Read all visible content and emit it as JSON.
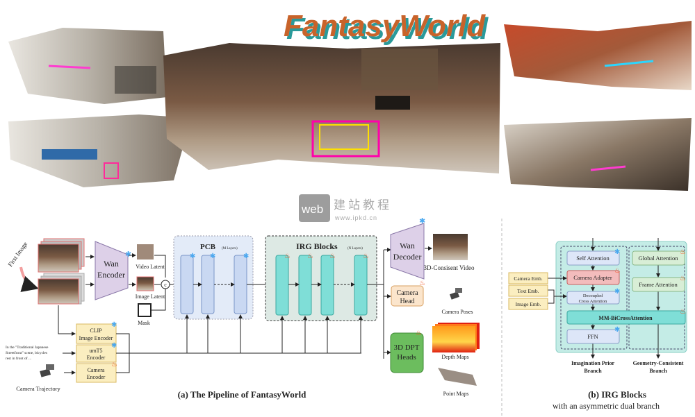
{
  "title": "FantasyWorld",
  "watermark": {
    "brand": "web",
    "cn": "建站教程",
    "url": "www.ipkd.cn"
  },
  "colors": {
    "title_fill": "#c8632a",
    "title_shadow": "#2a9a9a",
    "pcb_bg": "#e3ebf8",
    "irg_bg": "#dde9e4",
    "irg_block": "#7fded7",
    "encoder_box": "#fbeec0",
    "dpt_heads": "#6cbd5e",
    "camera_adapter": "#f3bcbc"
  },
  "pipeline": {
    "first_image": "First Image",
    "wan_encoder": [
      "Wan",
      "Encoder"
    ],
    "video_latent": "Video Latent",
    "image_latent": "Image Latent",
    "mask": "Mask",
    "concat_symbol": "c",
    "pcb_title": "PCB",
    "pcb_layers": "(M Layers)",
    "irg_title": "IRG Blocks",
    "irg_layers": "(N Layers)",
    "wan_decoder": [
      "Wan",
      "Decoder"
    ],
    "video_output": "3D-Consisent Video",
    "camera_head": [
      "Camera",
      "Head"
    ],
    "camera_poses": "Camera Poses",
    "dpt_heads": [
      "3D DPT",
      "Heads"
    ],
    "depth_maps": "Depth Maps",
    "point_maps": "Point Maps",
    "clip_encoder": [
      "CLIP",
      "Image Encoder"
    ],
    "umt5_encoder": [
      "umT5",
      "Encoder"
    ],
    "camera_encoder": [
      "Camera",
      "Encoder"
    ],
    "prompt": [
      "In the \"Traditional Japanese",
      "Streetfront\" scene, bicycles",
      "rest in front of ..."
    ],
    "camera_trajectory": "Camera Trajectory",
    "caption": "(a) The Pipeline of FantasyWorld"
  },
  "irg_detail": {
    "self_attention": "Self Attention",
    "camera_adapter": "Camera Adapter",
    "decoupled": [
      "Decoupled",
      "Cross Attention"
    ],
    "mm_bicross": "MM-BiCrossAttention",
    "ffn": "FFN",
    "global_attention": "Global Attention",
    "frame_attention": "Frame Attention",
    "camera_emb": "Camera Emb.",
    "text_emb": "Text Emb.",
    "image_emb": "Image Emb.",
    "left_branch": [
      "Imagination Prior",
      "Branch"
    ],
    "right_branch": [
      "Geometry-Consistent",
      "Branch"
    ],
    "caption": "(b) IRG Blocks",
    "subcaption": "with an asymmetric dual branch"
  },
  "icons": {
    "frozen": "snowflake-icon",
    "trainable": "fire-icon"
  }
}
